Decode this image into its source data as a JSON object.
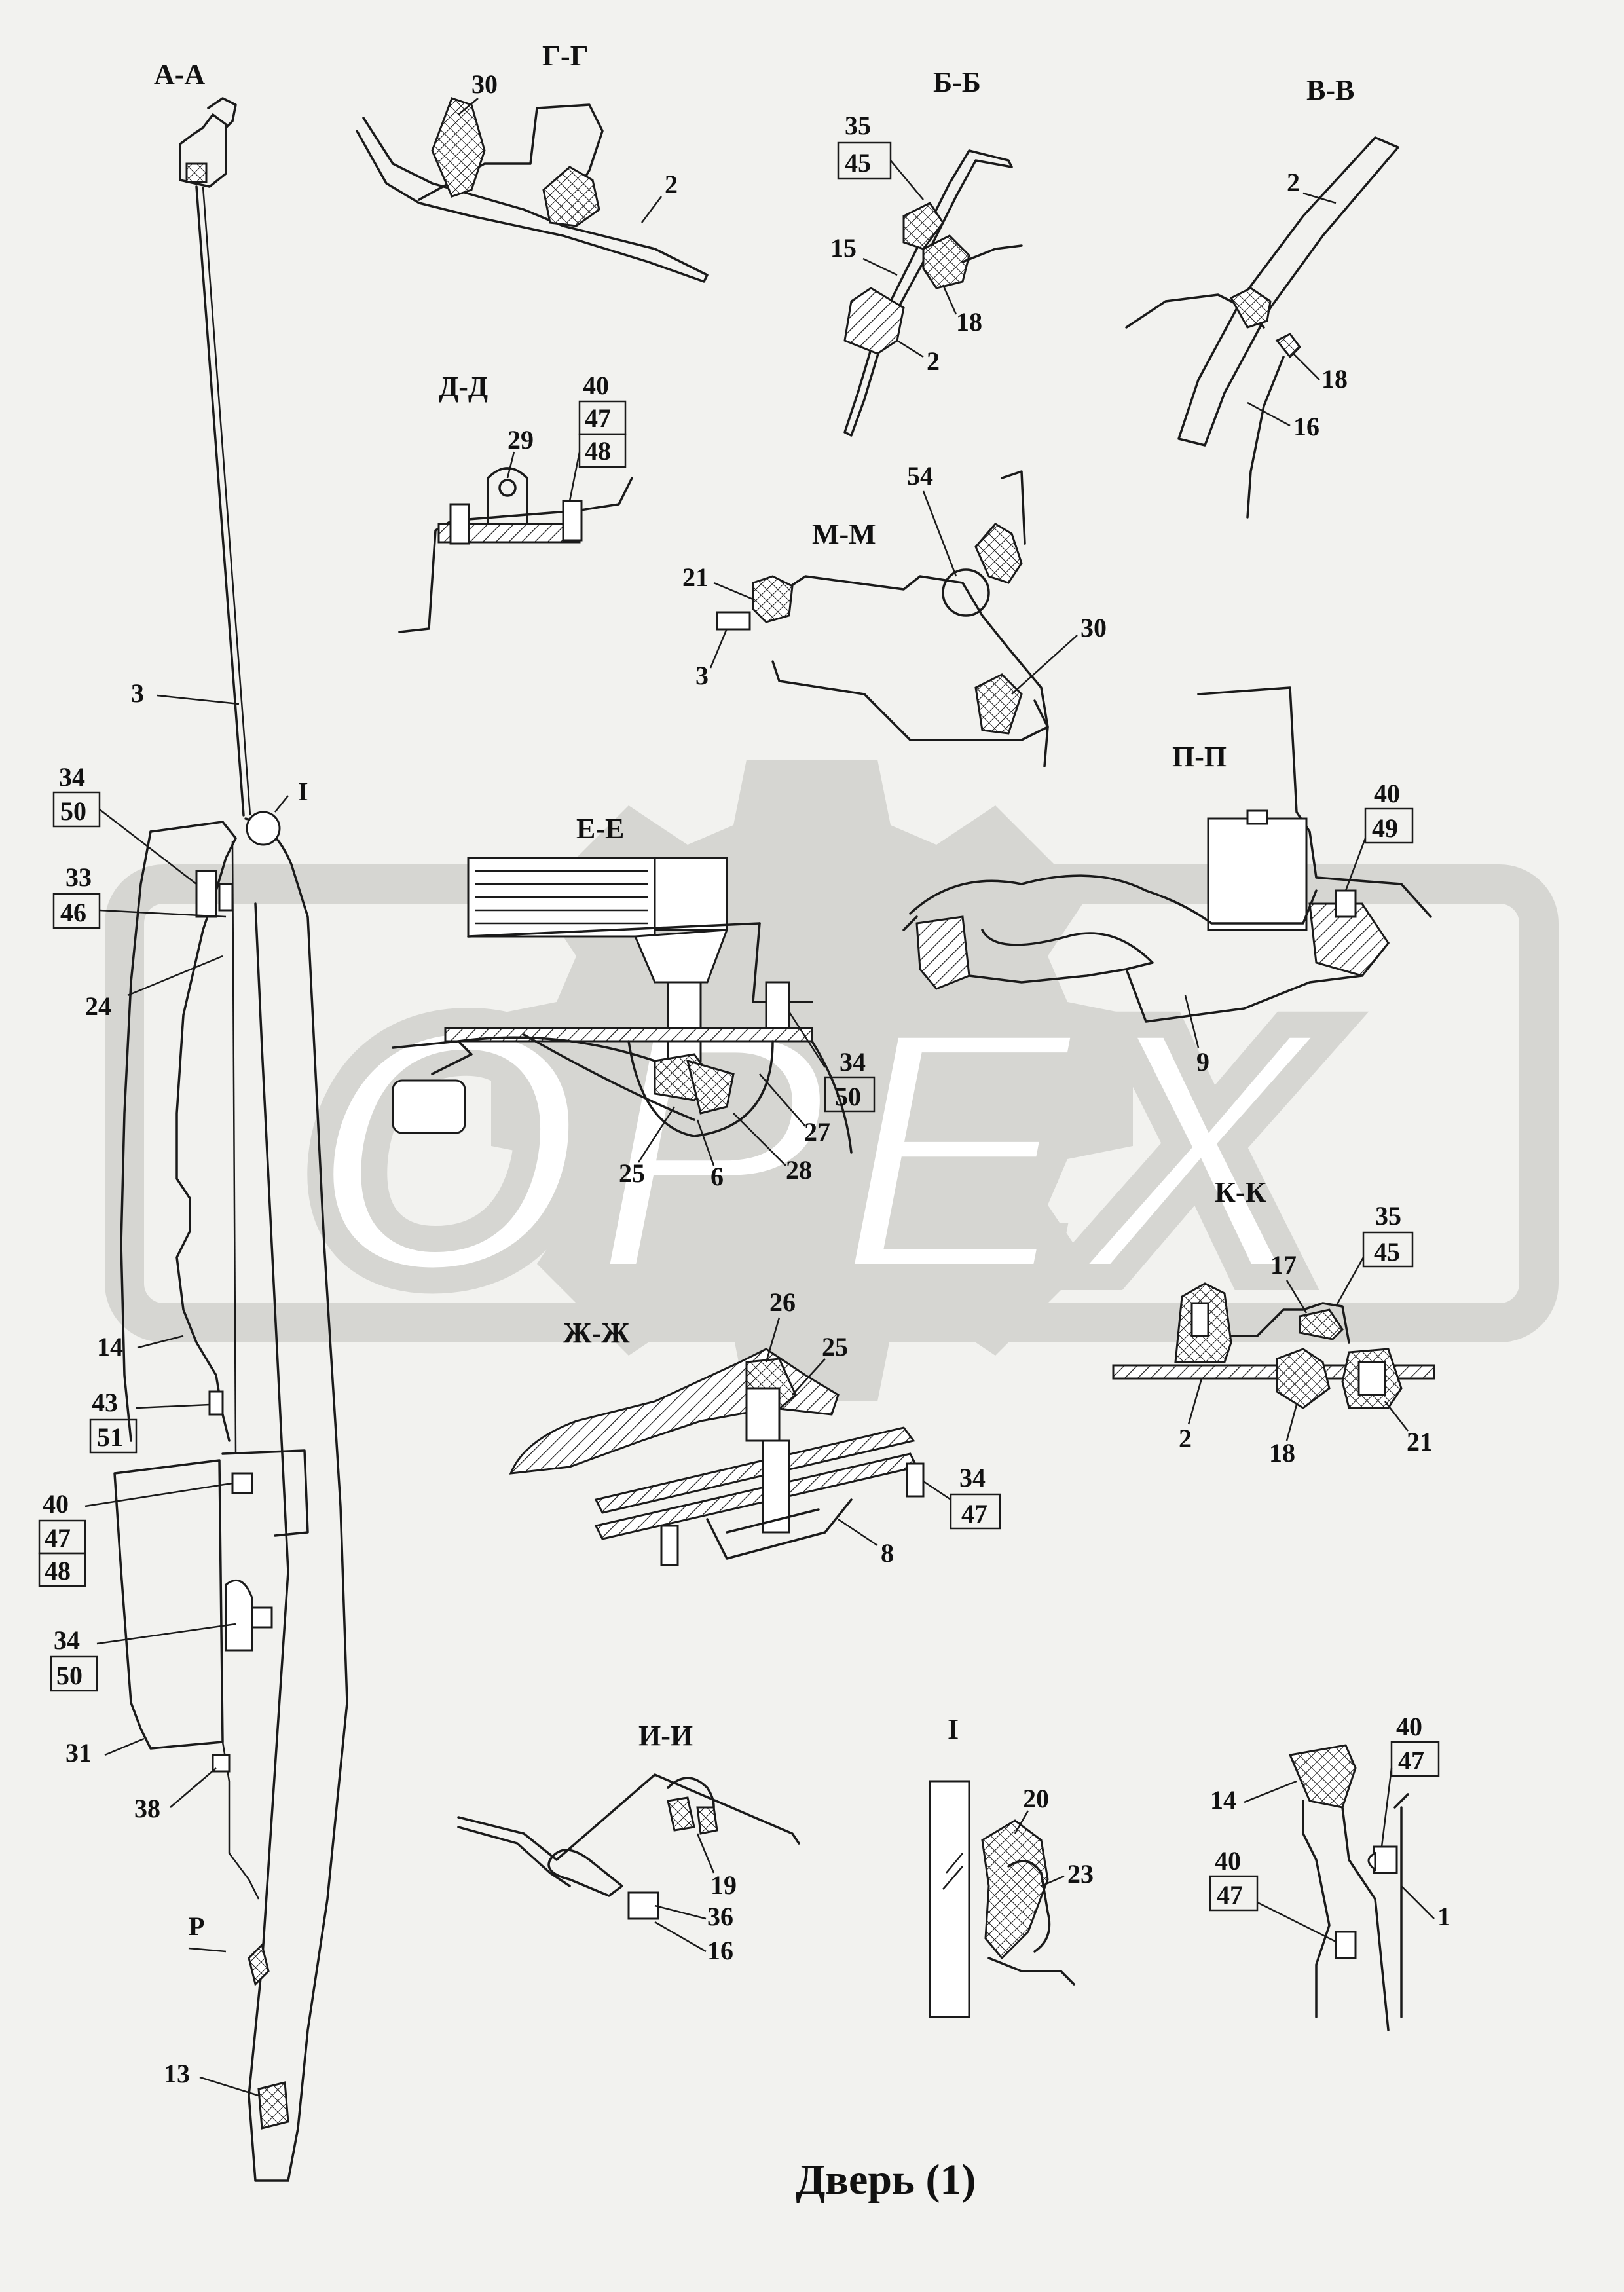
{
  "title": "Дверь (1)",
  "watermark": "OPEX",
  "colors": {
    "line": "#1a1a1a",
    "paper": "#f2f2ef",
    "watermark": "#d6d6d2"
  },
  "sections": [
    {
      "id": "aa",
      "label": "А-А"
    },
    {
      "id": "gg",
      "label": "Г-Г"
    },
    {
      "id": "bb",
      "label": "Б-Б"
    },
    {
      "id": "vv",
      "label": "В-В"
    },
    {
      "id": "dd",
      "label": "Д-Д"
    },
    {
      "id": "mm",
      "label": "М-М"
    },
    {
      "id": "pp",
      "label": "П-П"
    },
    {
      "id": "ee",
      "label": "Е-Е"
    },
    {
      "id": "kk",
      "label": "К-К"
    },
    {
      "id": "zhzh",
      "label": "Ж-Ж"
    },
    {
      "id": "ii",
      "label": "И-И"
    },
    {
      "id": "one",
      "label": "I"
    }
  ],
  "view_marker_p": "Р",
  "callouts": [
    "1",
    "2",
    "3",
    "6",
    "8",
    "9",
    "13",
    "14",
    "15",
    "16",
    "17",
    "18",
    "19",
    "20",
    "21",
    "23",
    "24",
    "25",
    "26",
    "27",
    "28",
    "29",
    "30",
    "31",
    "33",
    "34",
    "35",
    "36",
    "38",
    "40",
    "43",
    "45",
    "46",
    "47",
    "48",
    "49",
    "50",
    "51",
    "54"
  ],
  "labels": {
    "aa": {
      "n3": "3",
      "n24": "24",
      "n14": "14",
      "n31": "31",
      "n38": "38",
      "n13": "13",
      "i": "I",
      "s1a": "34",
      "s1b": "50",
      "s2a": "33",
      "s2b": "46",
      "s3a": "43",
      "s3b": "51",
      "s4a": "40",
      "s4b": "47",
      "s4c": "48",
      "s5a": "34",
      "s5b": "50"
    },
    "gg": {
      "n30": "30",
      "n2": "2"
    },
    "bb": {
      "s1a": "35",
      "s1b": "45",
      "n15": "15",
      "n18": "18",
      "n2": "2"
    },
    "vv": {
      "n2": "2",
      "n18": "18",
      "n16": "16"
    },
    "dd": {
      "n29": "29",
      "s1a": "40",
      "s1b": "47",
      "s1c": "48"
    },
    "mm": {
      "n54": "54",
      "n21": "21",
      "n3": "3",
      "n30": "30"
    },
    "pp": {
      "s1a": "40",
      "s1b": "49",
      "n9": "9"
    },
    "ee": {
      "n25": "25",
      "n6": "6",
      "n28": "28",
      "n27": "27",
      "s1a": "34",
      "s1b": "50"
    },
    "kk": {
      "s1a": "35",
      "s1b": "45",
      "n17": "17",
      "n2": "2",
      "n18": "18",
      "n21": "21"
    },
    "zhzh": {
      "n26": "26",
      "n25": "25",
      "n8": "8",
      "s1a": "34",
      "s1b": "47"
    },
    "ii": {
      "n19": "19",
      "n36": "36",
      "n16": "16"
    },
    "one": {
      "n20": "20",
      "n23": "23"
    },
    "det": {
      "n14": "14",
      "n1": "1",
      "s1a": "40",
      "s1b": "47",
      "s2a": "40",
      "s2b": "47"
    }
  }
}
